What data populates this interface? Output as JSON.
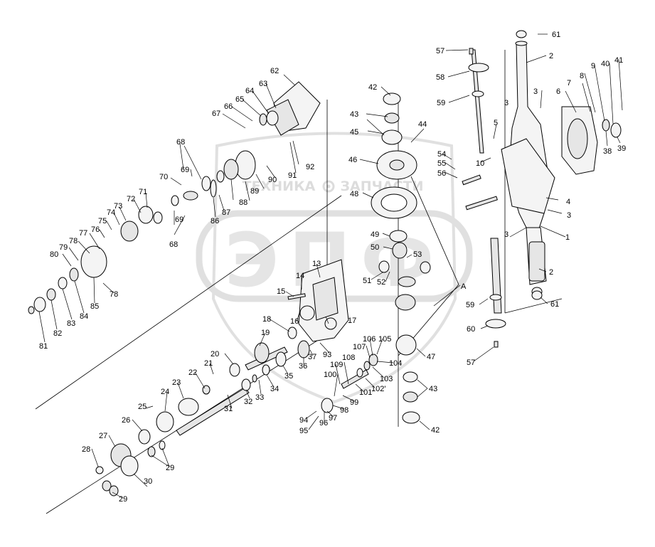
{
  "watermark": {
    "line1": "ТЕХНИКА",
    "line2": "ЗАПЧАСТИ",
    "logo": "ЭПФ",
    "color": "#c8c8c8"
  },
  "icons": {
    "gear": "gear-icon"
  },
  "callouts": {
    "c1": "1",
    "c2a": "2",
    "c2b": "2",
    "c3a": "3",
    "c3b": "3",
    "c3c": "3",
    "c3d": "3",
    "c4": "4",
    "c5": "5",
    "c6": "6",
    "c7": "7",
    "c8": "8",
    "c9": "9",
    "c10": "10",
    "c13": "13",
    "c14": "14",
    "c15": "15",
    "c16": "16",
    "c17": "17",
    "c18": "18",
    "c19": "19",
    "c20": "20",
    "c21": "21",
    "c22": "22",
    "c23": "23",
    "c24": "24",
    "c25": "25",
    "c26": "26",
    "c27": "27",
    "c28": "28",
    "c29a": "29",
    "c29b": "29",
    "c30": "30",
    "c31": "31",
    "c32": "32",
    "c33": "33",
    "c34": "34",
    "c35": "35",
    "c36": "36",
    "c37": "37",
    "c38": "38",
    "c39": "39",
    "c40": "40",
    "c41": "41",
    "c42a": "42",
    "c42b": "42",
    "c43a": "43",
    "c43b": "43",
    "c44": "44",
    "c45": "45",
    "c46": "46",
    "c47": "47",
    "c48": "48",
    "c49": "49",
    "c50": "50",
    "c51": "51",
    "c52": "52",
    "c53": "53",
    "c54": "54",
    "c55": "55",
    "c56": "56",
    "c57a": "57",
    "c57b": "57",
    "c58": "58",
    "c59a": "59",
    "c59b": "59",
    "c60": "60",
    "c61a": "61",
    "c61b": "61",
    "c62": "62",
    "c63": "63",
    "c64": "64",
    "c65": "65",
    "c66": "66",
    "c67": "67",
    "c68a": "68",
    "c68b": "68",
    "c69a": "69",
    "c69b": "69",
    "c70": "70",
    "c71": "71",
    "c72": "72",
    "c73": "73",
    "c74": "74",
    "c75": "75",
    "c76": "76",
    "c77": "77",
    "c78a": "78",
    "c78b": "78",
    "c79": "79",
    "c80": "80",
    "c81": "81",
    "c82": "82",
    "c83": "83",
    "c84": "84",
    "c85": "85",
    "c86": "86",
    "c87": "87",
    "c88": "88",
    "c89": "89",
    "c90": "90",
    "c91": "91",
    "c92": "92",
    "c93": "93",
    "c94": "94",
    "c95": "95",
    "c96": "96",
    "c97": "97",
    "c98": "98",
    "c99": "99",
    "c100": "100",
    "c101": "101",
    "c102": "102'",
    "c103": "103",
    "c104": "104",
    "c105": "105",
    "c106": "106",
    "c107": "107",
    "c108": "108",
    "c109": "109",
    "cA": "A"
  }
}
